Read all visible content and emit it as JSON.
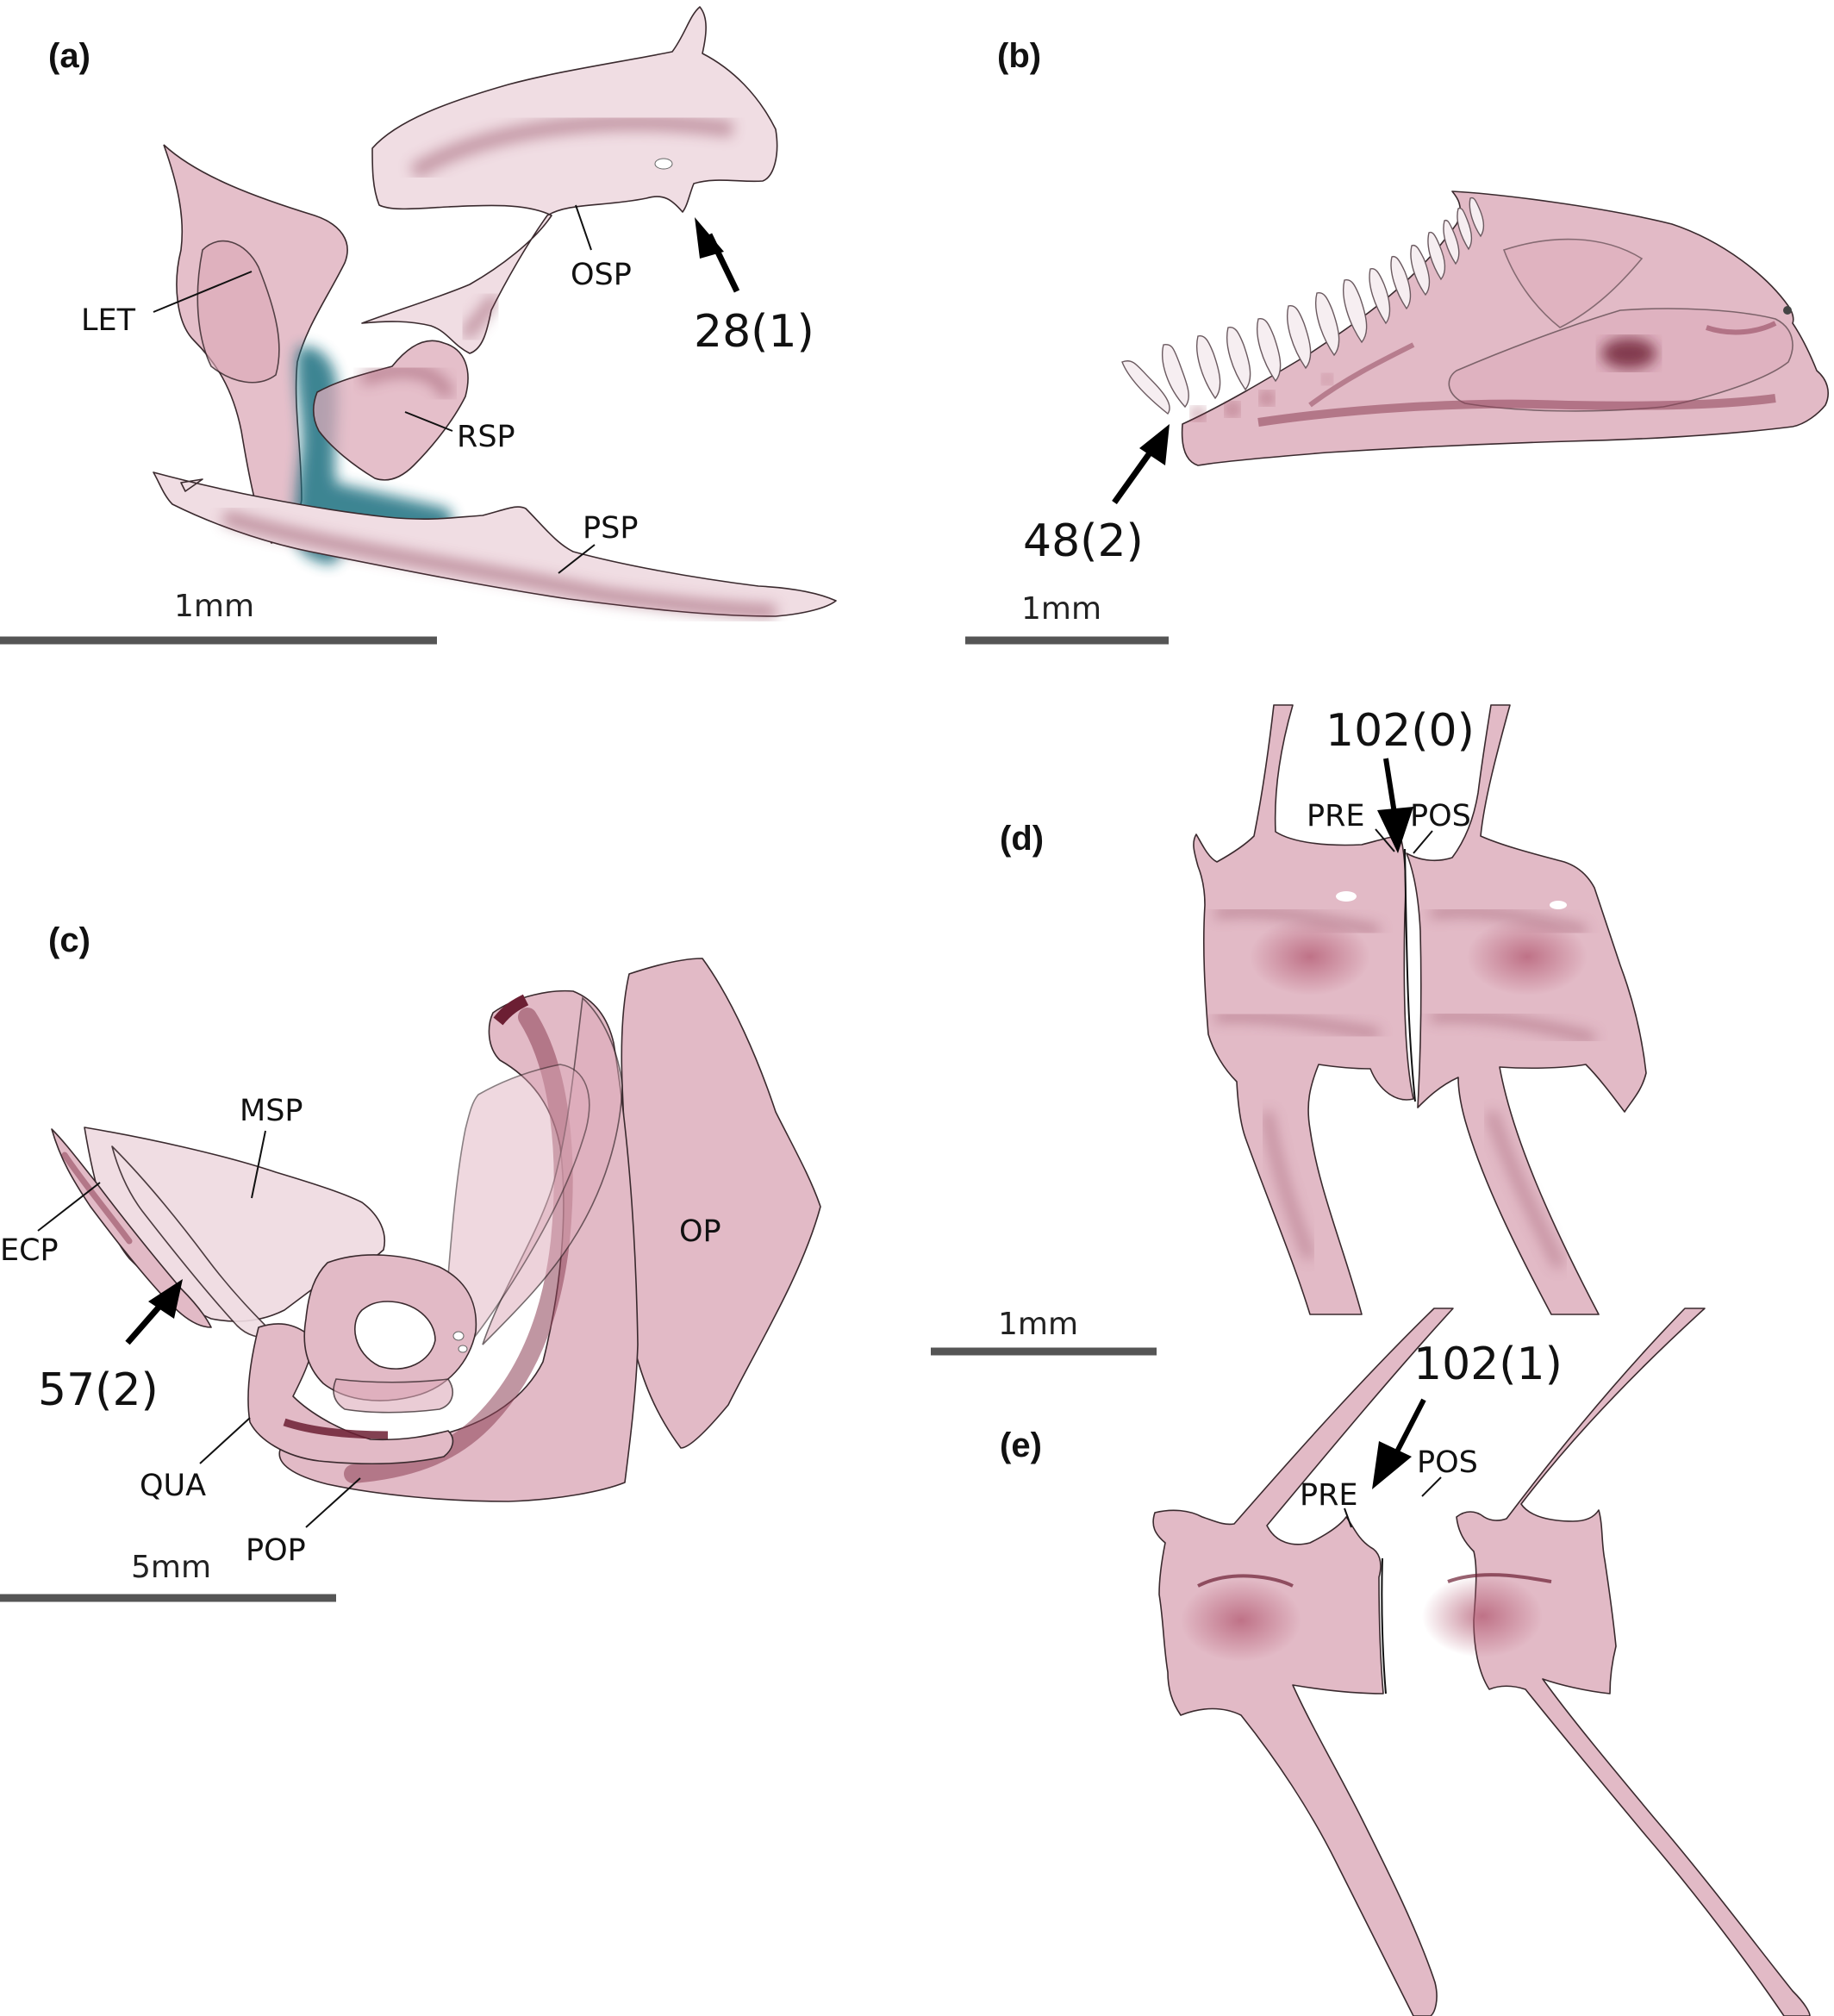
{
  "panels": {
    "a": {
      "letter": "(a)",
      "labels": {
        "let": "LET",
        "osp": "OSP",
        "rsp": "RSP",
        "psp": "PSP"
      },
      "character": "28(1)",
      "scale": "1mm"
    },
    "b": {
      "letter": "(b)",
      "character": "48(2)",
      "scale": "1mm"
    },
    "c": {
      "letter": "(c)",
      "labels": {
        "msp": "MSP",
        "ecp": "ECP",
        "op": "OP",
        "qua": "QUA",
        "pop": "POP"
      },
      "character": "57(2)",
      "scale": "5mm"
    },
    "d": {
      "letter": "(d)",
      "labels": {
        "pre": "PRE",
        "pos": "POS"
      },
      "character": "102(0)",
      "scale": "1mm"
    },
    "e": {
      "letter": "(e)",
      "labels": {
        "pre": "PRE",
        "pos": "POS"
      },
      "character": "102(1)"
    }
  },
  "colors": {
    "bone": "#e2bac6",
    "bone_dark": "#8c4056",
    "cartilage": "#1e6f80",
    "scalebar": "#555555"
  }
}
